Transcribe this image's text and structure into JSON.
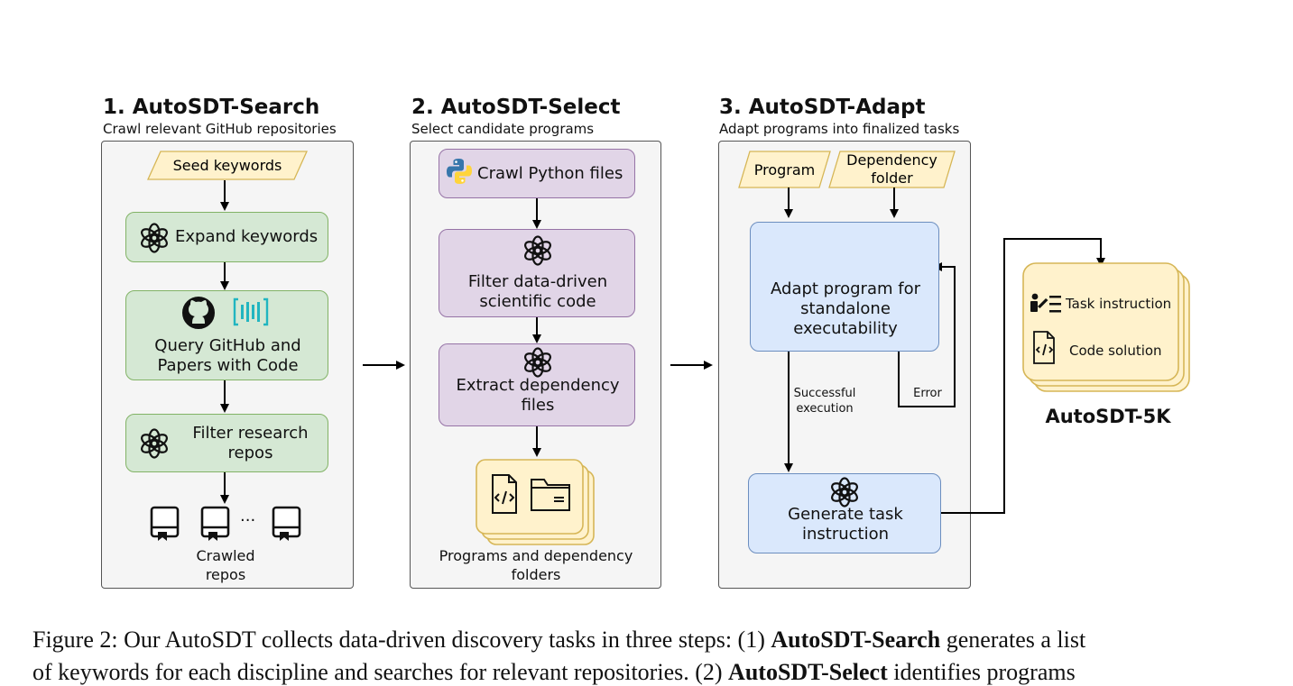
{
  "search": {
    "title": "1. AutoSDT-Search",
    "subtitle": "Crawl relevant GitHub repositories",
    "seed": "Seed keywords",
    "expand": "Expand keywords",
    "query_line1": "Query GitHub and",
    "query_line2": "Papers with Code",
    "filter_line1": "Filter research",
    "filter_line2": "repos",
    "ellipsis": "...",
    "crawled_line1": "Crawled",
    "crawled_line2": "repos"
  },
  "select": {
    "title": "2. AutoSDT-Select",
    "subtitle": "Select candidate programs",
    "crawl": "Crawl Python files",
    "filter_line1": "Filter data-driven",
    "filter_line2": "scientific code",
    "extract_line1": "Extract dependency",
    "extract_line2": "files",
    "programs_line1": "Programs and dependency",
    "programs_line2": "folders"
  },
  "adapt": {
    "title": "3. AutoSDT-Adapt",
    "subtitle": "Adapt programs into finalized tasks",
    "program": "Program",
    "dependency_line1": "Dependency",
    "dependency_line2": "folder",
    "adapt_line1": "Adapt program for",
    "adapt_line2": "standalone",
    "adapt_line3": "executability",
    "success_line1": "Successful",
    "success_line2": "execution",
    "error": "Error",
    "generate_line1": "Generate task",
    "generate_line2": "instruction"
  },
  "output": {
    "task": "Task instruction",
    "code": "Code solution",
    "name": "AutoSDT-5K"
  },
  "caption": {
    "line1_pre": "Figure 2: Our AutoSDT collects data-driven discovery tasks in three steps: (1) ",
    "line1_bold": "AutoSDT-Search",
    "line1_post": " generates a list",
    "line2_pre": "of keywords for each discipline and searches for relevant repositories. (2) ",
    "line2_bold": "AutoSDT-Select",
    "line2_post": " identifies programs"
  },
  "colors": {
    "green_fill": "#d5e8d4",
    "purple_fill": "#e1d5e7",
    "blue_fill": "#dae8fc",
    "yellow_fill": "#fff2cc",
    "spark": "#e07a5f"
  }
}
